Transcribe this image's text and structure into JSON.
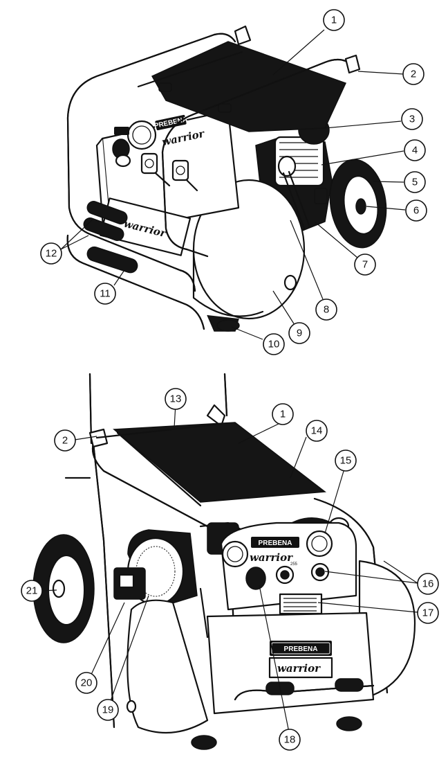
{
  "brand_label": "PREBENA",
  "model_label": "warrior",
  "model_sub": "255",
  "callouts": [
    "1",
    "2",
    "3",
    "4",
    "5",
    "6",
    "7",
    "8",
    "9",
    "10",
    "11",
    "12",
    "1",
    "2",
    "13",
    "14",
    "15",
    "16",
    "17",
    "18",
    "19",
    "20",
    "21"
  ]
}
